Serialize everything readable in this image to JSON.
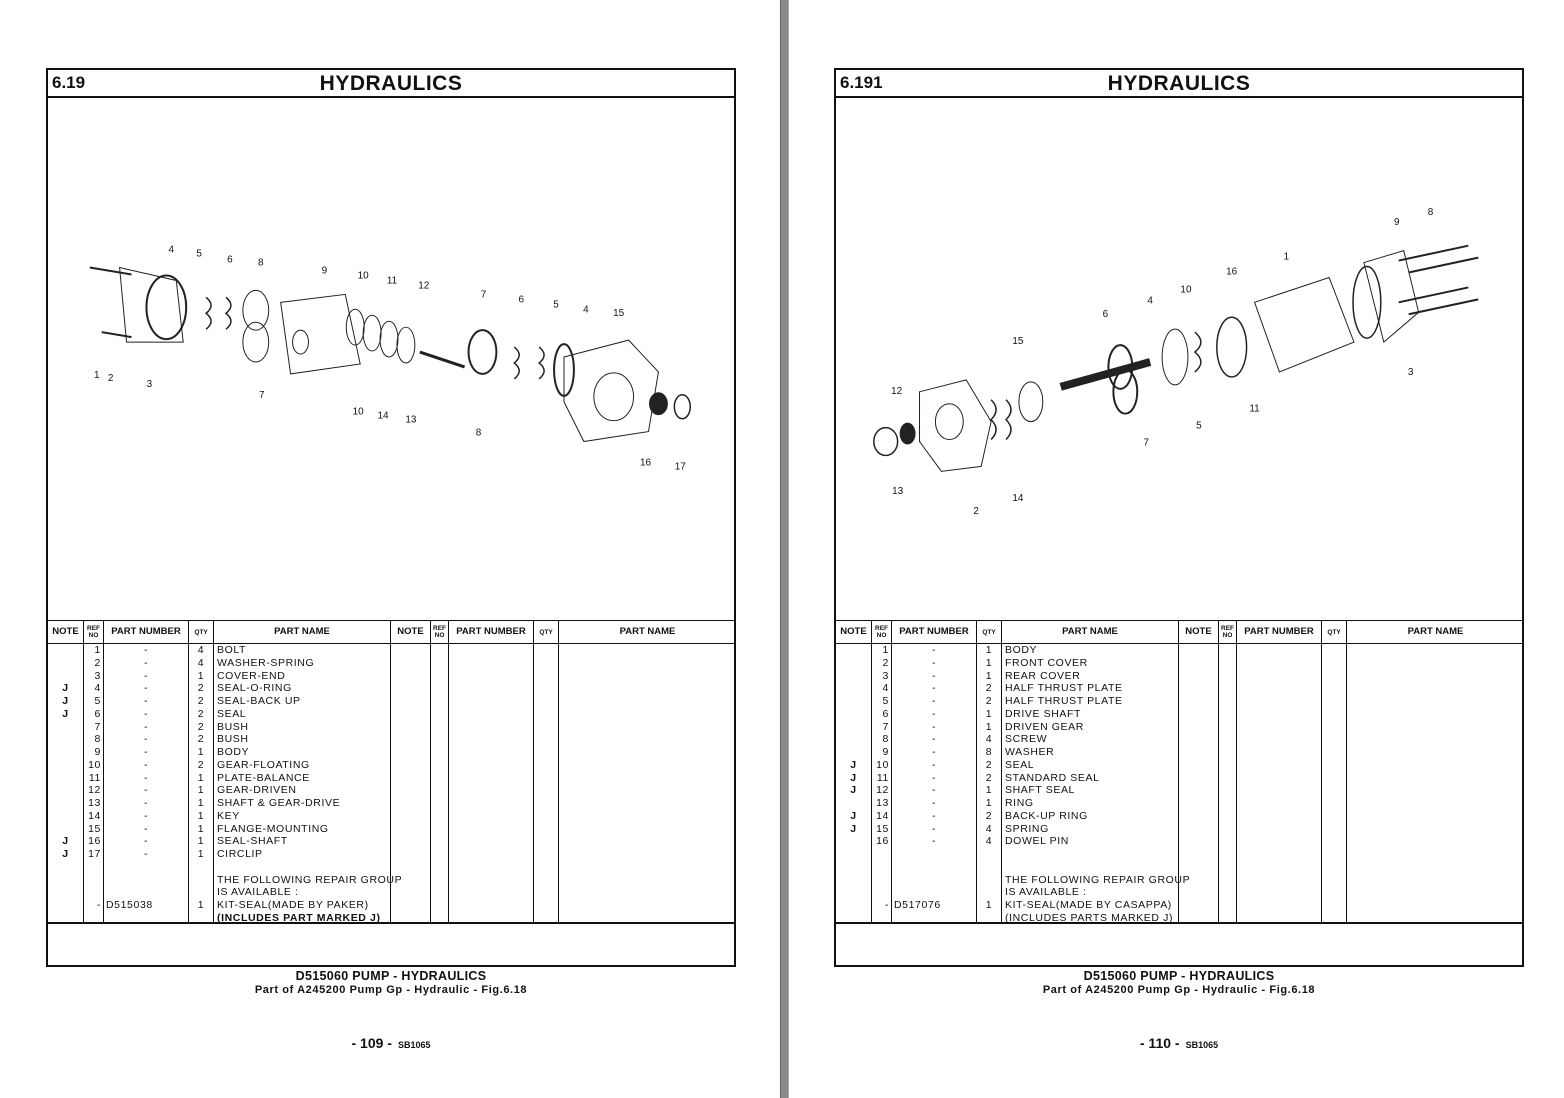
{
  "pages": [
    {
      "section": "6.19",
      "title": "HYDRAULICS",
      "table_headers": {
        "note": "NOTE",
        "ref": "REF NO",
        "part": "PART NUMBER",
        "qty": "QTY",
        "name": "PART NAME"
      },
      "rows": [
        {
          "note": "",
          "ref": "1",
          "part": "-",
          "qty": "4",
          "name": "BOLT"
        },
        {
          "note": "",
          "ref": "2",
          "part": "-",
          "qty": "4",
          "name": "WASHER-SPRING"
        },
        {
          "note": "",
          "ref": "3",
          "part": "-",
          "qty": "1",
          "name": "COVER-END"
        },
        {
          "note": "J",
          "ref": "4",
          "part": "-",
          "qty": "2",
          "name": "SEAL-O-RING"
        },
        {
          "note": "J",
          "ref": "5",
          "part": "-",
          "qty": "2",
          "name": "SEAL-BACK UP"
        },
        {
          "note": "J",
          "ref": "6",
          "part": "-",
          "qty": "2",
          "name": "SEAL"
        },
        {
          "note": "",
          "ref": "7",
          "part": "-",
          "qty": "2",
          "name": "BUSH"
        },
        {
          "note": "",
          "ref": "8",
          "part": "-",
          "qty": "2",
          "name": "BUSH"
        },
        {
          "note": "",
          "ref": "9",
          "part": "-",
          "qty": "1",
          "name": "BODY"
        },
        {
          "note": "",
          "ref": "10",
          "part": "-",
          "qty": "2",
          "name": "GEAR-FLOATING"
        },
        {
          "note": "",
          "ref": "11",
          "part": "-",
          "qty": "1",
          "name": "PLATE-BALANCE"
        },
        {
          "note": "",
          "ref": "12",
          "part": "-",
          "qty": "1",
          "name": "GEAR-DRIVEN"
        },
        {
          "note": "",
          "ref": "13",
          "part": "-",
          "qty": "1",
          "name": "SHAFT & GEAR-DRIVE"
        },
        {
          "note": "",
          "ref": "14",
          "part": "-",
          "qty": "1",
          "name": "KEY"
        },
        {
          "note": "",
          "ref": "15",
          "part": "-",
          "qty": "1",
          "name": "FLANGE-MOUNTING"
        },
        {
          "note": "J",
          "ref": "16",
          "part": "-",
          "qty": "1",
          "name": "SEAL-SHAFT"
        },
        {
          "note": "J",
          "ref": "17",
          "part": "-",
          "qty": "1",
          "name": "CIRCLIP"
        }
      ],
      "repair_group": {
        "line1": "THE FOLLOWING REPAIR GROUP",
        "line2": "IS AVAILABLE :",
        "ref": "-",
        "part": "D515038",
        "qty": "1",
        "name": "KIT-SEAL(MADE BY PAKER)",
        "includes": "(INCLUDES PART MARKED J)",
        "includes_bold": true
      },
      "callouts": [
        "4",
        "5",
        "6",
        "8",
        "9",
        "10",
        "11",
        "12",
        "7",
        "6",
        "5",
        "4",
        "15",
        "1",
        "2",
        "3",
        "7",
        "10",
        "14",
        "13",
        "8",
        "16",
        "17"
      ],
      "caption": "D515060  PUMP - HYDRAULICS",
      "subcaption": "Part of A245200 Pump Gp - Hydraulic - Fig.6.18",
      "page_number": "- 109 -",
      "doc_code": "SB1065"
    },
    {
      "section": "6.191",
      "title": "HYDRAULICS",
      "table_headers": {
        "note": "NOTE",
        "ref": "REF NO",
        "part": "PART NUMBER",
        "qty": "QTY",
        "name": "PART NAME"
      },
      "rows": [
        {
          "note": "",
          "ref": "1",
          "part": "-",
          "qty": "1",
          "name": "BODY"
        },
        {
          "note": "",
          "ref": "2",
          "part": "-",
          "qty": "1",
          "name": "FRONT COVER"
        },
        {
          "note": "",
          "ref": "3",
          "part": "-",
          "qty": "1",
          "name": "REAR COVER"
        },
        {
          "note": "",
          "ref": "4",
          "part": "-",
          "qty": "2",
          "name": "HALF THRUST PLATE"
        },
        {
          "note": "",
          "ref": "5",
          "part": "-",
          "qty": "2",
          "name": "HALF THRUST PLATE"
        },
        {
          "note": "",
          "ref": "6",
          "part": "-",
          "qty": "1",
          "name": "DRIVE SHAFT"
        },
        {
          "note": "",
          "ref": "7",
          "part": "-",
          "qty": "1",
          "name": "DRIVEN GEAR"
        },
        {
          "note": "",
          "ref": "8",
          "part": "-",
          "qty": "4",
          "name": "SCREW"
        },
        {
          "note": "",
          "ref": "9",
          "part": "-",
          "qty": "8",
          "name": "WASHER"
        },
        {
          "note": "J",
          "ref": "10",
          "part": "-",
          "qty": "2",
          "name": "SEAL"
        },
        {
          "note": "J",
          "ref": "11",
          "part": "-",
          "qty": "2",
          "name": "STANDARD SEAL"
        },
        {
          "note": "J",
          "ref": "12",
          "part": "-",
          "qty": "1",
          "name": "SHAFT SEAL"
        },
        {
          "note": "",
          "ref": "13",
          "part": "-",
          "qty": "1",
          "name": "RING"
        },
        {
          "note": "J",
          "ref": "14",
          "part": "-",
          "qty": "2",
          "name": "BACK-UP RING"
        },
        {
          "note": "J",
          "ref": "15",
          "part": "-",
          "qty": "4",
          "name": "SPRING"
        },
        {
          "note": "",
          "ref": "16",
          "part": "-",
          "qty": "4",
          "name": "DOWEL PIN"
        }
      ],
      "repair_group": {
        "line1": "THE FOLLOWING REPAIR GROUP",
        "line2": "IS AVAILABLE :",
        "ref": "-",
        "part": "D517076",
        "qty": "1",
        "name": "KIT-SEAL(MADE BY CASAPPA)",
        "includes": "(INCLUDES PARTS MARKED J)",
        "includes_bold": false
      },
      "callouts": [
        "9",
        "8",
        "1",
        "16",
        "10",
        "4",
        "6",
        "15",
        "12",
        "3",
        "11",
        "5",
        "7",
        "14",
        "13",
        "2"
      ],
      "caption": "D515060  PUMP - HYDRAULICS",
      "subcaption": "Part of A245200 Pump Gp - Hydraulic - Fig.6.18",
      "page_number": "- 110 -",
      "doc_code": "SB1065"
    }
  ]
}
